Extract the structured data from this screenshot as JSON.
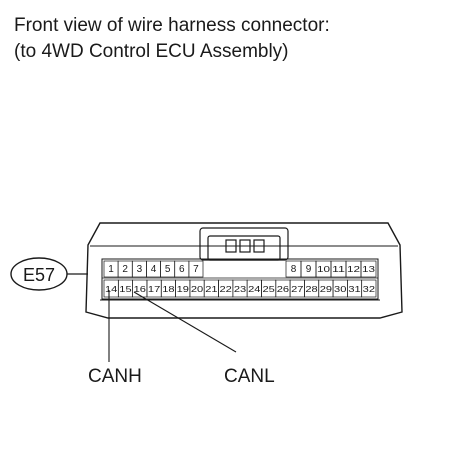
{
  "caption": {
    "line1": "Front view of wire harness connector:",
    "line2": "(to 4WD Control ECU Assembly)"
  },
  "connector": {
    "code": "E57",
    "top_row_left": [
      "1",
      "2",
      "3",
      "4",
      "5",
      "6",
      "7"
    ],
    "top_row_right": [
      "8",
      "9",
      "10",
      "11",
      "12",
      "13"
    ],
    "bottom_row": [
      "14",
      "15",
      "16",
      "17",
      "18",
      "19",
      "20",
      "21",
      "22",
      "23",
      "24",
      "25",
      "26",
      "27",
      "28",
      "29",
      "30",
      "31",
      "32"
    ]
  },
  "signals": [
    {
      "label": "CANH",
      "pin": "14"
    },
    {
      "label": "CANL",
      "pin": "16"
    }
  ],
  "colors": {
    "line": "#1a1a1a",
    "background": "#ffffff"
  }
}
